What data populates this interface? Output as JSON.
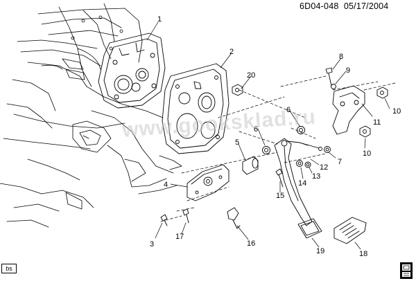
{
  "document": {
    "code": "6D04-048",
    "date": "05/17/2004"
  },
  "badge": {
    "label": "bs"
  },
  "watermark": {
    "text": "www.gooksklad.ru"
  },
  "logo": {
    "name": "gm-service-logo-icon"
  },
  "callouts": [
    "1",
    "2",
    "3",
    "4",
    "5",
    "6",
    "6",
    "7",
    "8",
    "9",
    "10",
    "10",
    "11",
    "12",
    "13",
    "14",
    "15",
    "16",
    "17",
    "18",
    "19",
    "20"
  ],
  "colors": {
    "line": "#000000",
    "watermark": "#c9c9c9",
    "background": "#ffffff"
  }
}
